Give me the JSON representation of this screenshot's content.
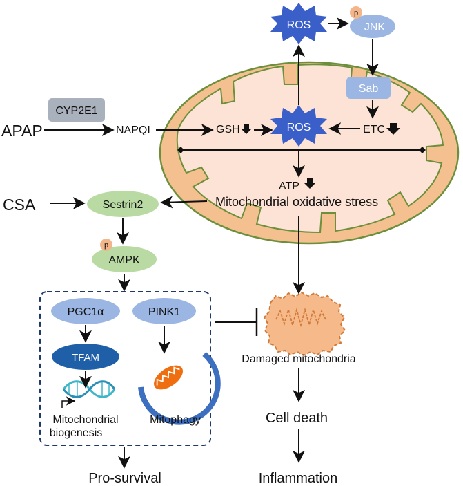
{
  "nodes": {
    "apap": "APAP",
    "cyp2e1": "CYP2E1",
    "napqi": "NAPQI",
    "gsh": "GSH",
    "ros_inner": "ROS",
    "etc": "ETC",
    "ros_top": "ROS",
    "jnk": "JNK",
    "phospho_jnk": "p",
    "sab": "Sab",
    "atp": "ATP",
    "mito_stress": "Mitochondrial oxidative stress",
    "csa": "CSA",
    "sestrin2": "Sestrin2",
    "ampk": "AMPK",
    "phospho_ampk": "p",
    "pgc1a": "PGC1α",
    "pink1": "PINK1",
    "tfam": "TFAM",
    "mito_biogenesis_line1": "Mitochondrial",
    "mito_biogenesis_line2": "biogenesis",
    "mitophagy": "Mitophagy",
    "damaged_mito": "Damaged mitochondria",
    "cell_death": "Cell death",
    "inflammation": "Inflammation",
    "pro_survival": "Pro-survival"
  },
  "colors": {
    "mito_outer": "#f4c08f",
    "mito_inner": "#fde3d6",
    "mito_stroke": "#6b8f3a",
    "ros": "#3a5fc8",
    "node_blue": "#9bb6e3",
    "node_green": "#b9dba3",
    "node_gray": "#a9b1bd",
    "phospho": "#f3b68a",
    "tfam": "#1f5fa8",
    "dna": "#3fb6c8",
    "mitophagy_ring": "#3d6fc0",
    "mito_orange": "#ef6f10",
    "damaged_fill": "#f6b98a",
    "damaged_stroke": "#d07a3a",
    "dashed_box": "#1f3a66"
  }
}
